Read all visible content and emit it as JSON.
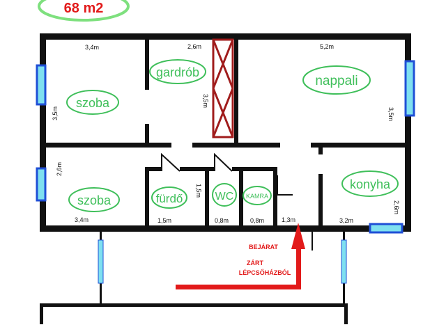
{
  "area_badge": "68 m2",
  "rooms": {
    "szoba1": "szoba",
    "gardrob": "gardrób",
    "nappali": "nappali",
    "szoba2": "szoba",
    "furdo": "fürdő",
    "wc": "WC",
    "kamra": "KAMRA",
    "konyha": "konyha"
  },
  "dimensions": {
    "szoba1_width": "3,4m",
    "szoba1_height": "3,5m",
    "gardrob_width": "2,6m",
    "gardrob_height": "3,5m",
    "nappali_width": "5,2m",
    "nappali_height": "3,5m",
    "szoba2_height": "2,6m",
    "szoba2_width": "3,4m",
    "furdo_height": "1,5m",
    "furdo_width": "1,5m",
    "wc_width": "0,8m",
    "kamra_width": "0,8m",
    "hall_width": "1,3m",
    "konyha_width": "3,2m",
    "konyha_height": "2,6m"
  },
  "entrance": {
    "line1": "BEJÁRAT",
    "line2": "ZÁRT",
    "line3": "LÉPCSŐHÁZBÓL"
  },
  "colors": {
    "wall": "#111111",
    "window": "#1f4fd6",
    "window_fill": "#7fe0f0",
    "room_label": "#3fbf5a",
    "room_label_fill": "#ffffff",
    "closet": "#a01c1c",
    "entrance": "#e21a1a",
    "badge_text": "#e21a1a",
    "badge_ring": "#7ee07e",
    "dimension_text": "#111111"
  }
}
